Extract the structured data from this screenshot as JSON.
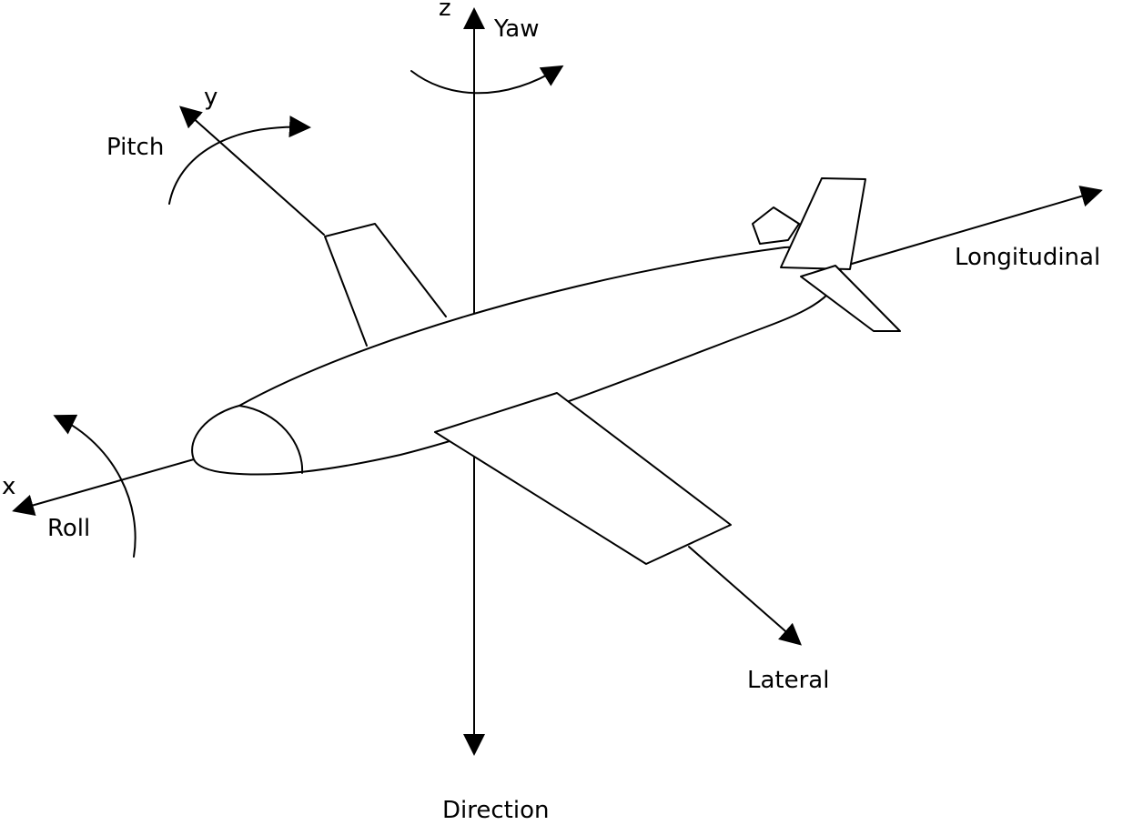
{
  "diagram": {
    "colors": {
      "stroke": "#000000",
      "fill": "#ffffff",
      "background": "#ffffff"
    },
    "labels": {
      "z_axis": "z",
      "yaw": "Yaw",
      "y_axis": "y",
      "pitch": "Pitch",
      "x_axis": "x",
      "roll": "Roll",
      "longitudinal": "Longitudinal",
      "lateral": "Lateral",
      "direction": "Direction"
    }
  }
}
